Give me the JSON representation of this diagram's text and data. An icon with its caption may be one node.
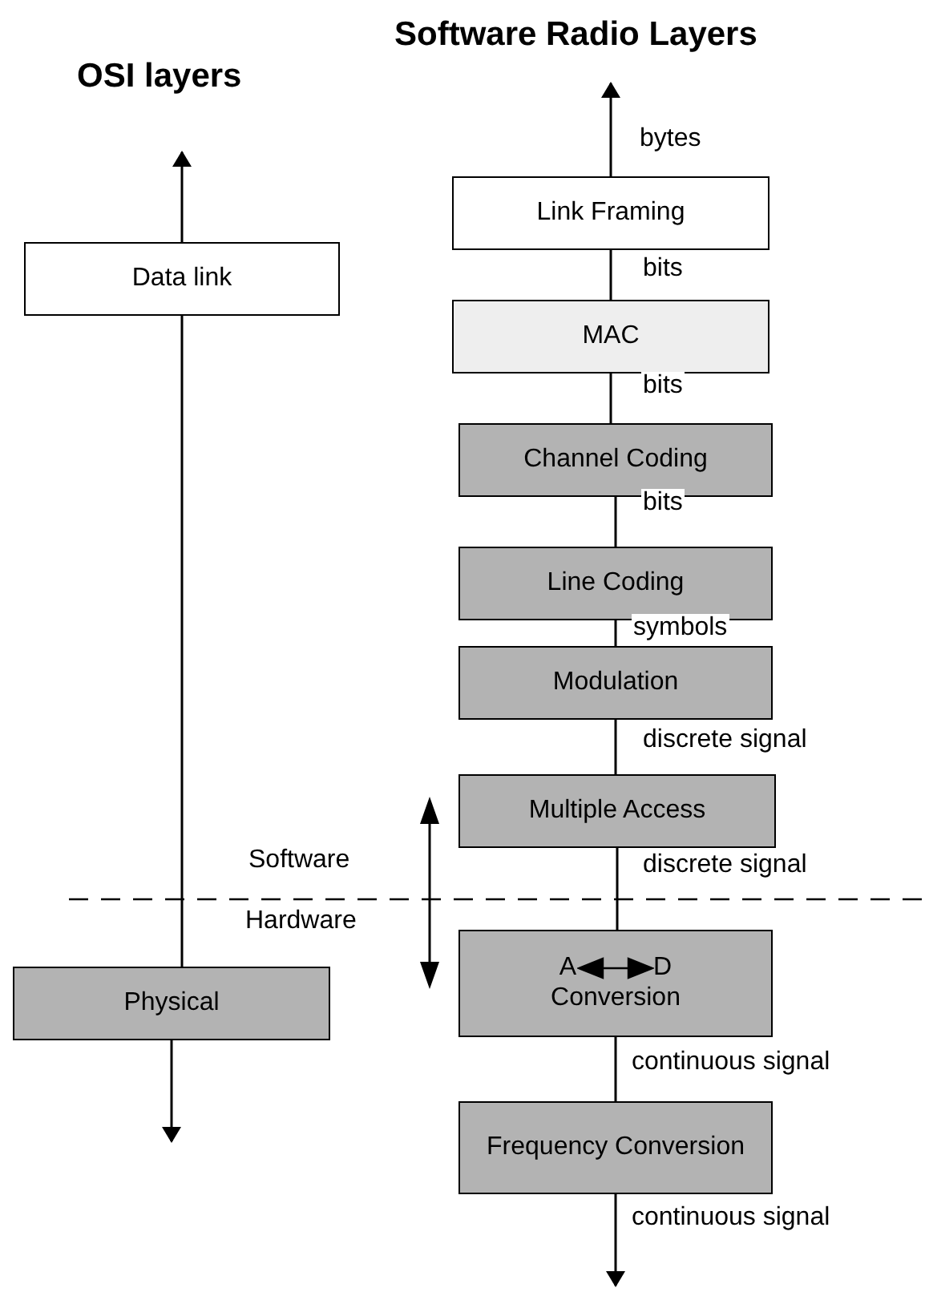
{
  "diagram": {
    "nodes": [
      {
        "text": [
          "Data link"
        ]
      },
      {
        "text": [
          "Physical"
        ]
      },
      {
        "text": [
          "Link Framing"
        ]
      },
      {
        "text": [
          "MAC"
        ]
      },
      {
        "text": [
          "Channel Coding"
        ]
      },
      {
        "text": [
          "Line Coding"
        ]
      },
      {
        "text": [
          "Modulation"
        ]
      },
      {
        "text": [
          "Multiple Access"
        ]
      },
      {
        "text": [
          "A",
          "D",
          "Conversion"
        ]
      },
      {
        "text": [
          "Frequency Conversion"
        ]
      }
    ],
    "edges": [
      {
        "from": 0,
        "to": null,
        "arrow": "to"
      },
      {
        "from": 0,
        "to": 1,
        "arrow": "none"
      },
      {
        "from": 1,
        "to": null,
        "arrow": "to"
      },
      {
        "from": 2,
        "to": null,
        "arrow": "to",
        "label": "bytes"
      },
      {
        "from": 2,
        "to": 3,
        "arrow": "none",
        "label": "bits"
      },
      {
        "from": 3,
        "to": 4,
        "arrow": "none",
        "label": "bits"
      },
      {
        "from": 4,
        "to": 5,
        "arrow": "none",
        "label": "bits"
      },
      {
        "from": 5,
        "to": 6,
        "arrow": "none",
        "label": "symbols"
      },
      {
        "from": 6,
        "to": 7,
        "arrow": "none",
        "label": "discrete signal"
      },
      {
        "from": 7,
        "to": 8,
        "arrow": "none",
        "label": "discrete signal"
      },
      {
        "from": 8,
        "to": 9,
        "arrow": "none",
        "label": "continuous signal"
      },
      {
        "from": 9,
        "to": null,
        "arrow": "to",
        "label": "continuous signal"
      }
    ],
    "labels": [
      "OSI layers",
      "Software Radio Layers",
      "Software",
      "Hardware"
    ]
  }
}
